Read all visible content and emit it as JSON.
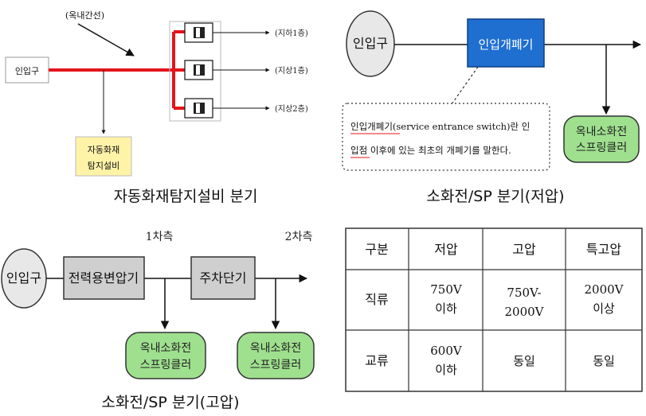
{
  "branch_auto": {
    "indoor_line_label": "(옥내간선)",
    "entrance_label": "인입구",
    "detector_lines": [
      "자동화재",
      "탐지설비"
    ],
    "floor_labels": [
      "(지하1층)",
      "(지상1층)",
      "(지상2층)"
    ],
    "caption": "자동화재탐지설비 분기"
  },
  "branch_low": {
    "entrance_label": "인입구",
    "switch_label": "인입개폐기",
    "description_lines": [
      "인입개폐기(service entrance switch)란 인",
      "입점 이후에 있는 최초의 개폐기를 말한다."
    ],
    "sprinkler_lines": [
      "옥내소화전",
      "스프링클러"
    ],
    "caption": "소화전/SP 분기(저압)"
  },
  "branch_high": {
    "entrance_label": "인입구",
    "transformer_label": "전력용변압기",
    "breaker_label": "주차단기",
    "primary_label": "1차측",
    "secondary_label": "2차측",
    "sprinkler_lines": [
      "옥내소화전",
      "스프링클러"
    ],
    "caption": "소화전/SP 분기(고압)"
  },
  "voltage_table": {
    "headers": [
      "구분",
      "저압",
      "고압",
      "특고압"
    ],
    "rows": [
      {
        "label": "직류",
        "cells": [
          [
            "750V",
            "이하"
          ],
          [
            "750V-",
            "2000V"
          ],
          [
            "2000V",
            "이상"
          ]
        ]
      },
      {
        "label": "교류",
        "cells": [
          [
            "600V",
            "이하"
          ],
          [
            "동일"
          ],
          [
            "동일"
          ]
        ]
      }
    ]
  },
  "colors": {
    "feeder_red": "#e3141b",
    "switch_blue": "#1f6fd1",
    "sprinkler_green": "#9fe08f",
    "detector_yellow": "#fff3a8",
    "transformer_gray": "#cfcfcf",
    "entrance_gray": "#e8e8e8"
  }
}
